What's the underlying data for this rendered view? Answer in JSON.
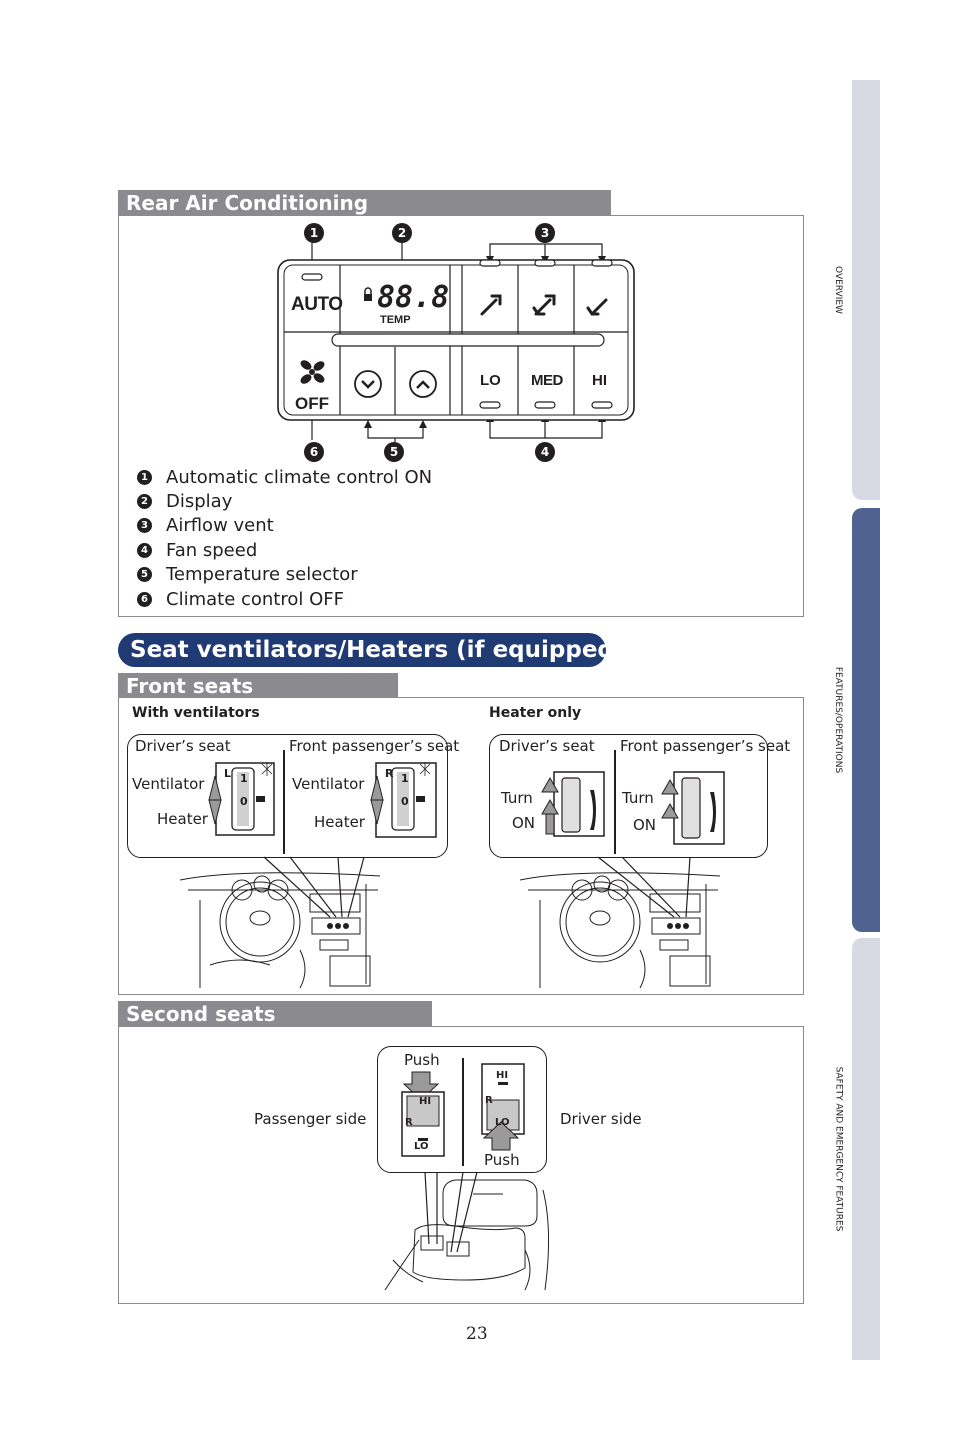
{
  "side_tabs": [
    "OVERVIEW",
    "FEATURES/OPERATIONS",
    "SAFETY AND EMERGENCY FEATURES"
  ],
  "rear_ac": {
    "title": "Rear Air Conditioning",
    "panel": {
      "auto": "AUTO",
      "display": "88.8",
      "temp": "TEMP",
      "off": "OFF",
      "lo": "LO",
      "med": "MED",
      "hi": "HI"
    },
    "callouts": [
      "1",
      "2",
      "3",
      "4",
      "5",
      "6"
    ],
    "legend": [
      {
        "num": "1",
        "text": "Automatic climate control ON"
      },
      {
        "num": "2",
        "text": "Display"
      },
      {
        "num": "3",
        "text": "Airflow vent"
      },
      {
        "num": "4",
        "text": "Fan speed"
      },
      {
        "num": "5",
        "text": "Temperature selector"
      },
      {
        "num": "6",
        "text": "Climate control OFF"
      }
    ]
  },
  "seat": {
    "title": "Seat ventilators/Heaters (if equipped)",
    "front": {
      "title": "Front seats",
      "with_ventilators": "With ventilators",
      "heater_only": "Heater only",
      "drivers_seat": "Driver’s seat",
      "front_passenger_seat": "Front passenger’s seat",
      "ventilator": "Ventilator",
      "heater": "Heater",
      "turn": "Turn",
      "on": "ON",
      "switch_l": "L",
      "switch_r": "R",
      "switch_1": "1",
      "switch_0": "0"
    },
    "second": {
      "title": "Second seats",
      "push": "Push",
      "passenger_side": "Passenger side",
      "driver_side": "Driver side",
      "hi": "HI",
      "lo": "LO",
      "r": "R"
    }
  },
  "page_number": "23"
}
